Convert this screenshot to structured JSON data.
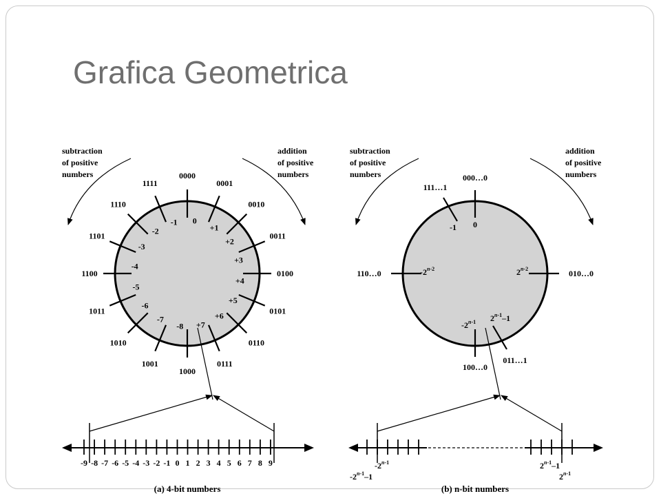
{
  "slide": {
    "title": "Grafica Geometrica"
  },
  "panel_a": {
    "subtraction_label": [
      "subtraction",
      "of positive",
      "numbers"
    ],
    "addition_label": [
      "addition",
      "of positive",
      "numbers"
    ],
    "ring": [
      {
        "bits": "0000",
        "value": "0"
      },
      {
        "bits": "0001",
        "value": "+1"
      },
      {
        "bits": "0010",
        "value": "+2"
      },
      {
        "bits": "0011",
        "value": "+3"
      },
      {
        "bits": "0100",
        "value": "+4"
      },
      {
        "bits": "0101",
        "value": "+5"
      },
      {
        "bits": "0110",
        "value": "+6"
      },
      {
        "bits": "0111",
        "value": "+7"
      },
      {
        "bits": "1000",
        "value": "-8"
      },
      {
        "bits": "1001",
        "value": "-7"
      },
      {
        "bits": "1010",
        "value": "-6"
      },
      {
        "bits": "1011",
        "value": "-5"
      },
      {
        "bits": "1100",
        "value": "-4"
      },
      {
        "bits": "1101",
        "value": "-3"
      },
      {
        "bits": "1110",
        "value": "-2"
      },
      {
        "bits": "1111",
        "value": "-1"
      }
    ],
    "number_line": [
      "-9",
      "-8",
      "-7",
      "-6",
      "-5",
      "-4",
      "-3",
      "-2",
      "-1",
      "0",
      "1",
      "2",
      "3",
      "4",
      "5",
      "6",
      "7",
      "8",
      "9"
    ],
    "caption": "(a) 4-bit numbers"
  },
  "panel_b": {
    "subtraction_label": [
      "subtraction",
      "of positive",
      "numbers"
    ],
    "addition_label": [
      "addition",
      "of positive",
      "numbers"
    ],
    "ring_bits": {
      "top": "000…0",
      "top_left": "111…1",
      "right": "010…0",
      "left": "110…0",
      "bottom": "100…0",
      "bottom_right": "011…1"
    },
    "ring_values": {
      "zero": "0",
      "minus_one": "-1"
    },
    "caption": "(b) n-bit numbers"
  }
}
